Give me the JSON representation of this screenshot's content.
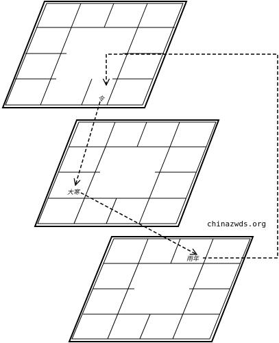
{
  "colors": {
    "ink": "#000000",
    "background": "#ffffff"
  },
  "labels": {
    "top_board": "令",
    "middle_board": "大寒",
    "bottom_board": "雨年"
  },
  "watermark": "chinazwds.org"
}
